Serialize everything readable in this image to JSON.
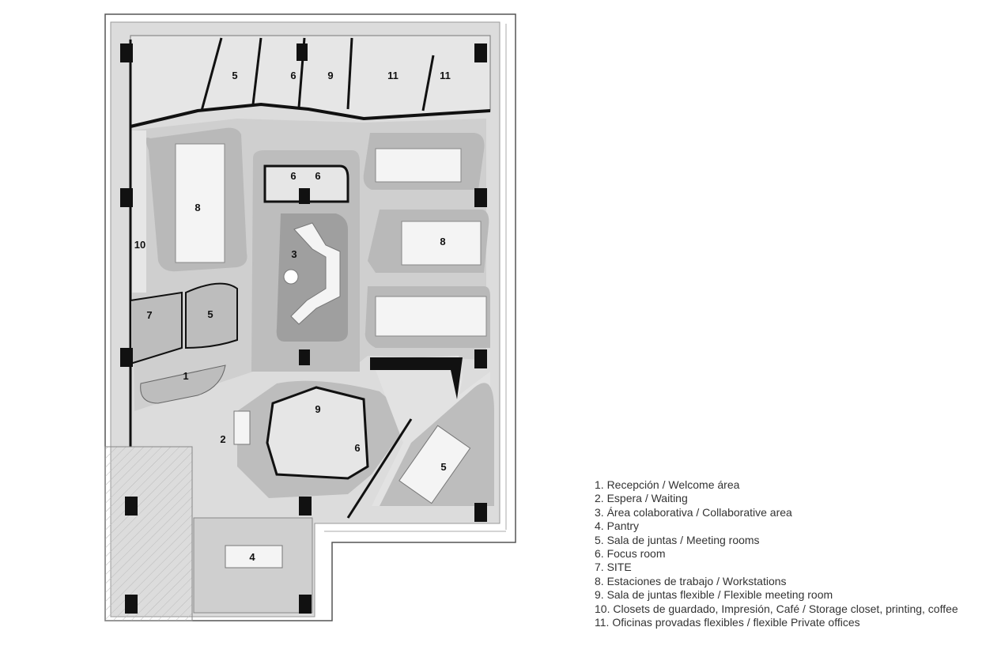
{
  "plan": {
    "room_labels": [
      "5",
      "6",
      "9",
      "11",
      "11",
      "6",
      "6",
      "8",
      "10",
      "3",
      "8",
      "7",
      "5",
      "1",
      "9",
      "2",
      "6",
      "5",
      "4"
    ]
  },
  "legend": [
    "1.  Recepción / Welcome área",
    "2.  Espera / Waiting",
    "3.  Área colaborativa / Collaborative area",
    "4.  Pantry",
    "5.  Sala de juntas / Meeting rooms",
    "6.  Focus room",
    "7.  SITE",
    "8.  Estaciones de trabajo / Workstations",
    "9.  Sala de juntas flexible / Flexible meeting room",
    "10. Closets de guardado, Impresión, Café / Storage closet, printing, coffee",
    "11. Oficinas provadas flexibles / flexible Private offices"
  ]
}
